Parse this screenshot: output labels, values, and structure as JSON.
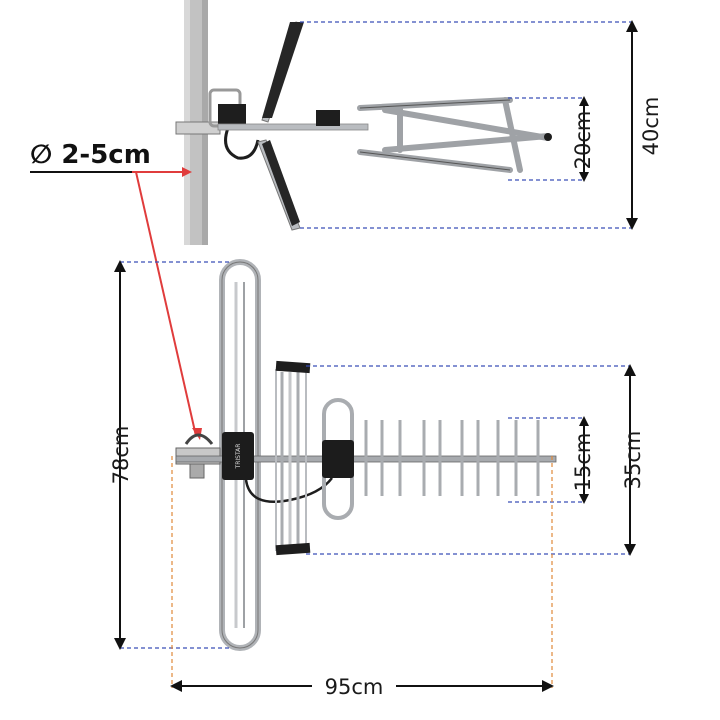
{
  "labels": {
    "pipe_diameter": "∅ 2-5cm",
    "height_top": "40cm",
    "reflector_top": "20cm",
    "height_bottom": "78cm",
    "panel_height": "35cm",
    "yagi_height": "15cm",
    "length": "95cm"
  },
  "brand": "TRISTAR",
  "colors": {
    "blue_guide": "#3a4fb8",
    "orange_guide": "#e0883a",
    "red_pointer": "#e03c3c",
    "metal": "#b9bcc0",
    "dark": "#1e1e1e",
    "pole": "#bdbdbd"
  },
  "icons": {
    "diameter": "diameter-icon"
  }
}
